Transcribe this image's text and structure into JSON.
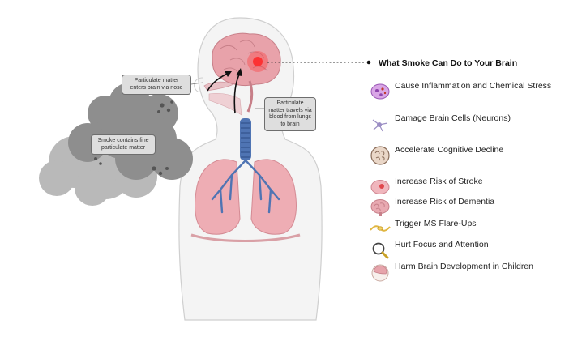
{
  "title": "What Smoke Can Do to Your Brain",
  "callouts": {
    "nose": "Particulate matter enters brain via nose",
    "blood": "Particulate matter travels via blood from lungs to brain",
    "smoke": "Smoke contains fine particulate matter"
  },
  "effects": [
    {
      "label": "Cause Inflammation and Chemical Stress",
      "icon": "inflammation-icon"
    },
    {
      "label": "Damage Brain Cells (Neurons)",
      "icon": "neuron-icon"
    },
    {
      "label": "Accelerate Cognitive Decline",
      "icon": "brain-decline-icon"
    },
    {
      "label": "Increase Risk of Stroke",
      "icon": "stroke-brain-icon"
    },
    {
      "label": "Increase Risk of Dementia",
      "icon": "dementia-brain-icon"
    },
    {
      "label": "Trigger MS Flare-Ups",
      "icon": "nerve-fiber-icon"
    },
    {
      "label": "Hurt Focus and Attention",
      "icon": "magnifier-icon"
    },
    {
      "label": "Harm Brain Development in Children",
      "icon": "child-brain-icon"
    }
  ],
  "colors": {
    "skin": "#f2f2f2",
    "outline": "#c9c9c9",
    "lung": "#e8a3ab",
    "airway": "#4f74b3",
    "brain": "#e7a0a8",
    "hotspot": "#ff2a2a",
    "smoke": "#8f8f8f"
  }
}
